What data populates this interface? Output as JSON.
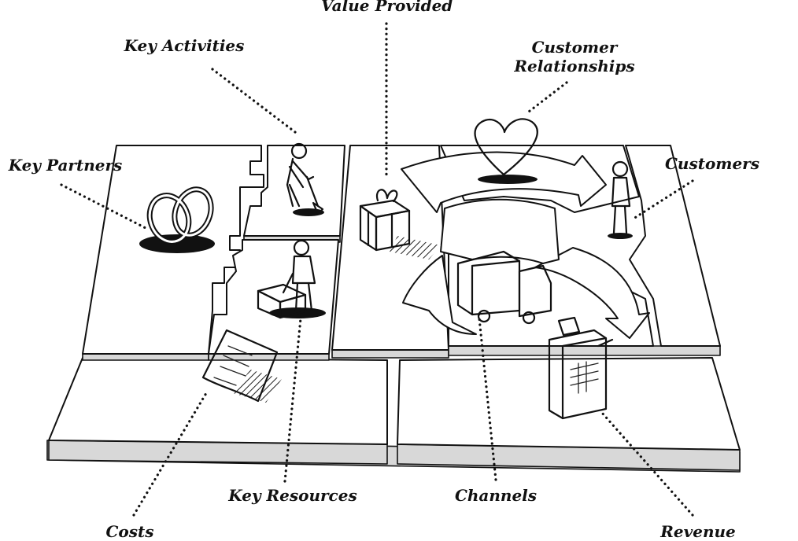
{
  "labels": {
    "value_provided": "Value Provided",
    "key_activities": "Key Activities",
    "customer_relationships_line1": "Customer",
    "customer_relationships_line2": "Relationships",
    "key_partners": "Key Partners",
    "customers": "Customers",
    "key_resources": "Key Resources",
    "channels": "Channels",
    "costs": "Costs",
    "revenue": "Revenue"
  }
}
